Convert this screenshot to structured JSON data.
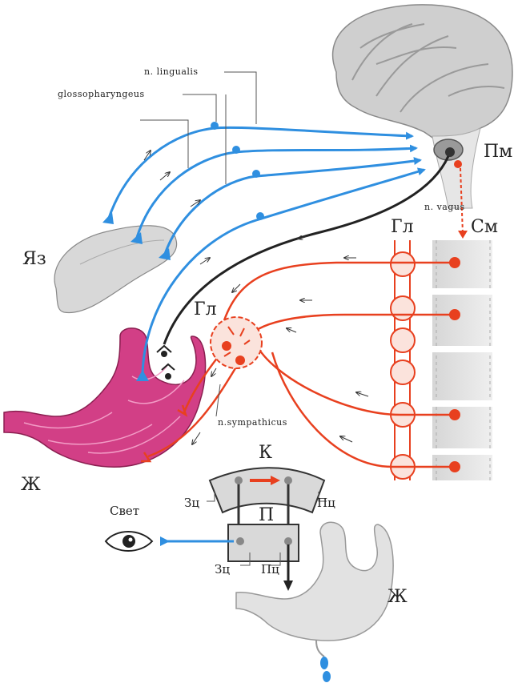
{
  "labels": {
    "n_lingualis": "n. lingualis",
    "glossopharyngeus": "glossopharyngeus",
    "pm": "Пм",
    "n_vagus": "n. vagus",
    "gl_chain": "Гл",
    "sm": "См",
    "yaz": "Яз",
    "gl_ganglion": "Гл",
    "n_sympathicus": "n.sympathicus",
    "k": "К",
    "zh_top": "Ж",
    "svet": "Свет",
    "p": "П",
    "zc_top": "Зц",
    "pc_top": "Пц",
    "zc_bottom": "Зц",
    "pc_bottom": "Пц",
    "zh_bottom": "Ж"
  },
  "colors": {
    "afferent_blue": "#2f8fe0",
    "efferent_red": "#e8401f",
    "vagus_black": "#222222",
    "stomach_pink": "#d23f86",
    "brain_gray": "#bdbdbd",
    "cord_gray": "#e4e4e4"
  }
}
